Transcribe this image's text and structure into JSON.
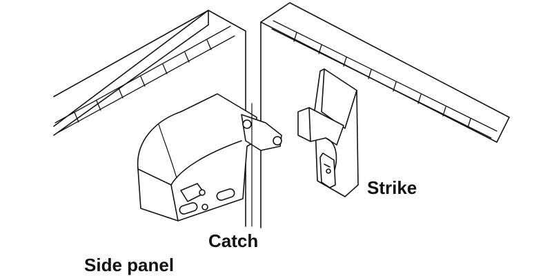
{
  "labels": {
    "catch": "Catch",
    "strike": "Strike",
    "side_panel": "Side panel"
  },
  "colors": {
    "stroke": "#111111",
    "shadow": "#cfcfcf",
    "background": "#ffffff"
  }
}
